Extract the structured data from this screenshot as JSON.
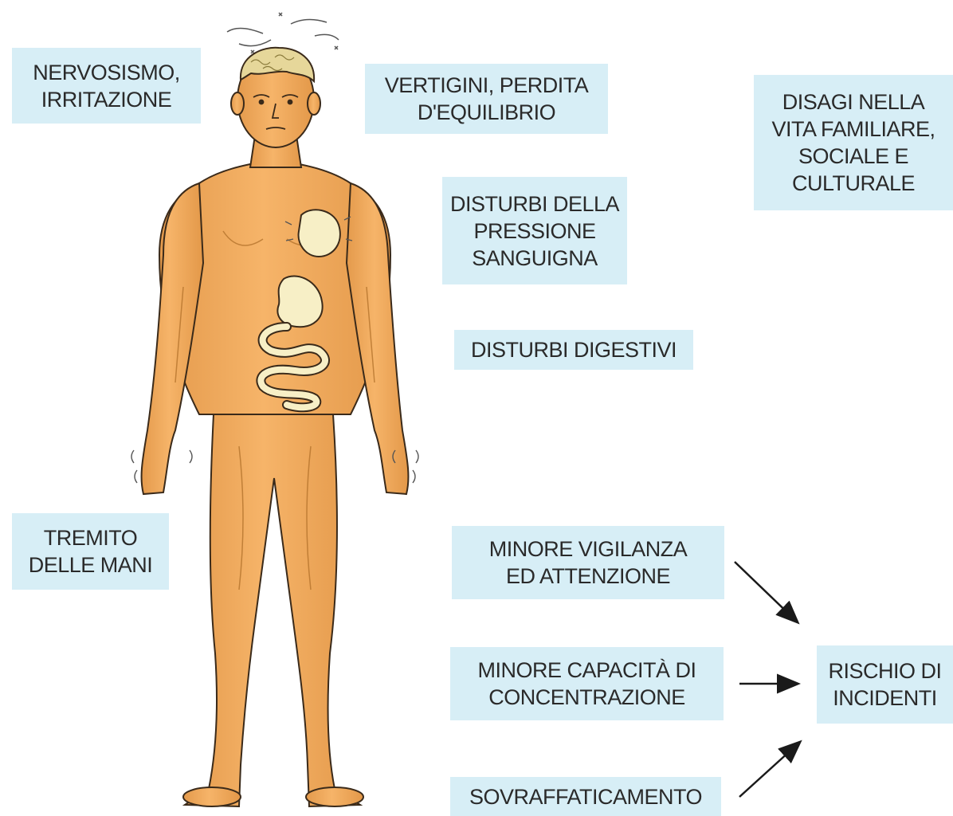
{
  "labels": {
    "nervosismo": [
      "NERVOSISMO,",
      "IRRITAZIONE"
    ],
    "vertigini": [
      "VERTIGINI, PERDITA",
      "D'EQUILIBRIO"
    ],
    "disagi": [
      "DISAGI NELLA",
      "VITA FAMILIARE,",
      "SOCIALE E",
      "CULTURALE"
    ],
    "pressione": [
      "DISTURBI DELLA",
      "PRESSIONE",
      "SANGUIGNA"
    ],
    "digestivi": [
      "DISTURBI DIGESTIVI"
    ],
    "tremito": [
      "TREMITO",
      "DELLE MANI"
    ],
    "vigilanza": [
      "MINORE VIGILANZA",
      "ED ATTENZIONE"
    ],
    "concentrazione": [
      "MINORE CAPACITÀ DI",
      "CONCENTRAZIONE"
    ],
    "sovraffaticamento": [
      "SOVRAFFATICAMENTO"
    ],
    "rischio": [
      "RISCHIO DI",
      "INCIDENTI"
    ]
  },
  "colors": {
    "label_bg": "#d7eef6",
    "skin": "#f0a95c",
    "skin_shadow": "#d98a3e",
    "outline": "#3a2a1a",
    "organ": "#f7efc6",
    "hair": "#e6d79a"
  },
  "figure": {
    "subject": "human-body-figure",
    "organs": [
      "brain",
      "heart",
      "stomach",
      "intestine"
    ]
  }
}
